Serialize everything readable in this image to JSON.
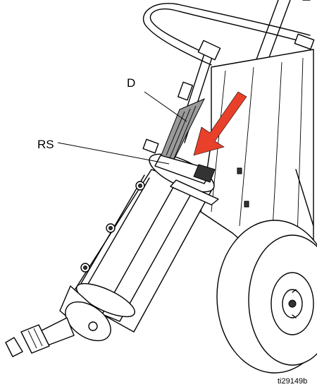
{
  "labels": {
    "d": "D",
    "rs": "RS",
    "figure_id": "ti29149b"
  },
  "colors": {
    "arrow": "#e8402a",
    "line": "#000000",
    "background": "#ffffff"
  }
}
